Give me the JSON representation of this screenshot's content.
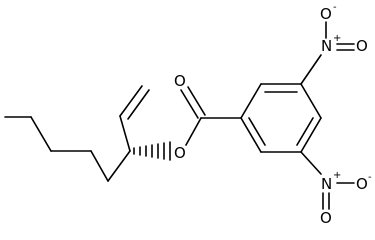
{
  "molecule": {
    "atoms": {
      "top_nitro_nitrogen": "N",
      "top_nitro_nitrogen_charge": "+",
      "top_nitro_oxygen_left": "O",
      "top_nitro_oxygen_left_charge": "-",
      "top_nitro_oxygen_right": "O",
      "bottom_nitro_nitrogen": "N",
      "bottom_nitro_nitrogen_charge": "+",
      "bottom_nitro_oxygen_left": "O",
      "bottom_nitro_oxygen_right": "O",
      "bottom_nitro_oxygen_right_charge": "-",
      "carbonyl_oxygen": "O",
      "ester_oxygen": "O"
    },
    "colors": {
      "ink": "#000000",
      "background": "#ffffff"
    }
  }
}
